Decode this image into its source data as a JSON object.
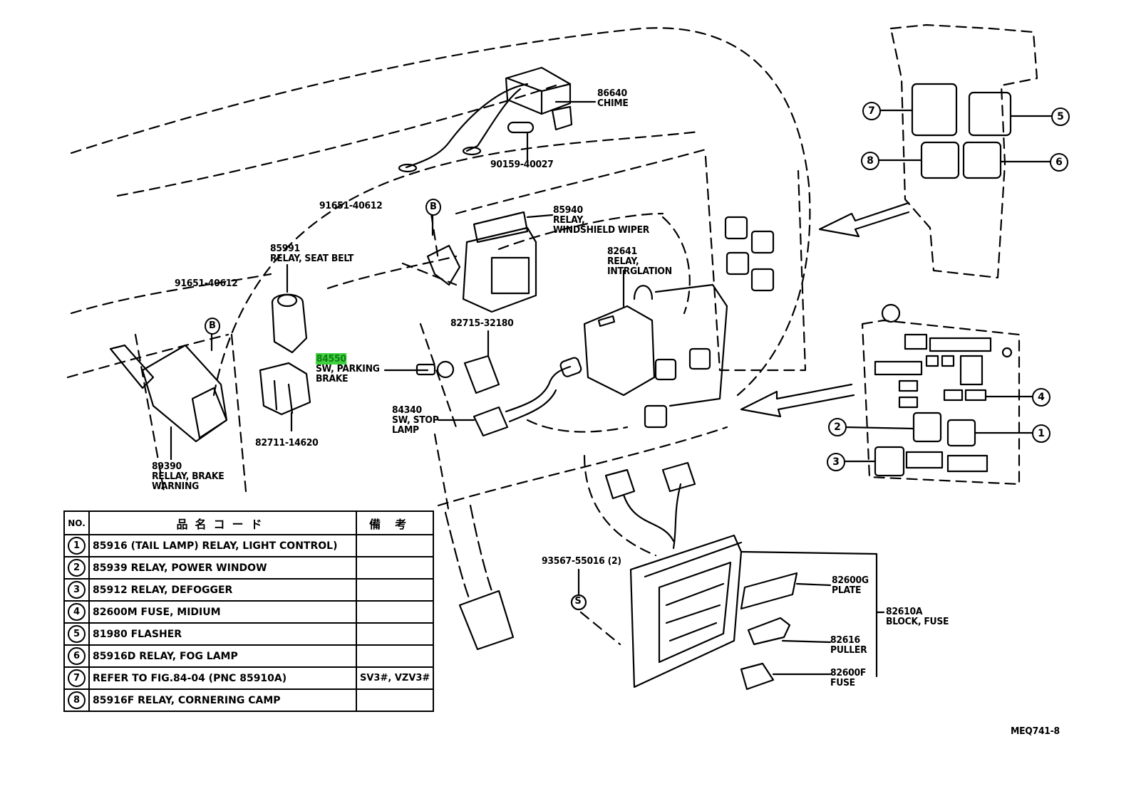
{
  "diagram_id": "MEQ741-8",
  "highlight_color": "#3fd23f",
  "parts": {
    "chime": {
      "number": "86640",
      "name": "CHIME"
    },
    "bolt_chime": {
      "number": "90159-40027"
    },
    "bolt_b_upper": {
      "number": "91651-40612",
      "marker": "B"
    },
    "wiper_relay": {
      "number": "85940",
      "name_line1": "RELAY,",
      "name_line2": "WINDSHIELD WIPER"
    },
    "seat_belt_relay": {
      "number": "85991",
      "name": "RELAY, SEAT BELT"
    },
    "bolt_b_left": {
      "number": "91651-40612",
      "marker": "B"
    },
    "integration_relay": {
      "number": "82641",
      "name_line1": "RELAY,",
      "name_line2": "INTRGLATION"
    },
    "connector_1": {
      "number": "82715-32180"
    },
    "parking_brake_sw": {
      "number": "84550",
      "name_line1": "SW, PARKING",
      "name_line2": "BRAKE",
      "highlighted": true
    },
    "connector_2": {
      "number": "82711-14620"
    },
    "stop_lamp_sw": {
      "number": "84340",
      "name_line1": "SW, STOP",
      "name_line2": "LAMP"
    },
    "brake_warning_relay": {
      "number": "89390",
      "name_line1": "RELLAY, BRAKE",
      "name_line2": "WARNING"
    },
    "screw": {
      "number": "93567-55016 (2)",
      "marker": "S"
    },
    "plate": {
      "number": "82600G",
      "name": "PLATE"
    },
    "fuse_block": {
      "number": "82610A",
      "name": "BLOCK, FUSE"
    },
    "puller": {
      "number": "82616",
      "name": "PULLER"
    },
    "fuse": {
      "number": "82600F",
      "name": "FUSE"
    }
  },
  "callouts": [
    "1",
    "2",
    "3",
    "4",
    "5",
    "6",
    "7",
    "8"
  ],
  "table": {
    "headers": {
      "no": "NO.",
      "code": "品名コード",
      "remarks": "備考"
    },
    "rows": [
      {
        "no": "1",
        "code": "85916   (TAIL LAMP) RELAY, LIGHT CONTROL)",
        "remarks": ""
      },
      {
        "no": "2",
        "code": "85939   RELAY, POWER WINDOW",
        "remarks": ""
      },
      {
        "no": "3",
        "code": "85912   RELAY, DEFOGGER",
        "remarks": ""
      },
      {
        "no": "4",
        "code": "82600M FUSE, MIDIUM",
        "remarks": ""
      },
      {
        "no": "5",
        "code": "81980   FLASHER",
        "remarks": ""
      },
      {
        "no": "6",
        "code": "85916D RELAY, FOG LAMP",
        "remarks": ""
      },
      {
        "no": "7",
        "code": "REFER TO FIG.84-04  (PNC 85910A)",
        "remarks": "SV3#, VZV3#"
      },
      {
        "no": "8",
        "code": "85916F RELAY, CORNERING CAMP",
        "remarks": ""
      }
    ]
  }
}
